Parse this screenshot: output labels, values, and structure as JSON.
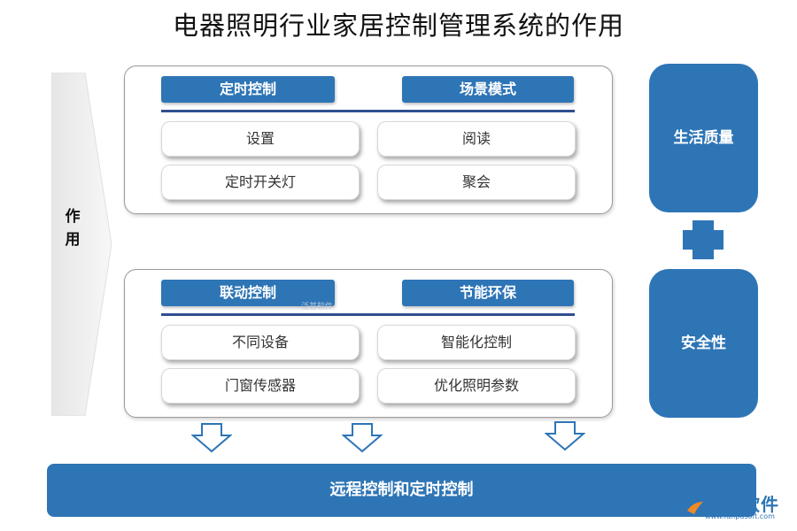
{
  "title": "电器照明行业家居控制管理系统的作用",
  "side_label": "作\n用",
  "top_panel": {
    "headers": [
      "定时控制",
      "场景模式"
    ],
    "items": [
      "设置",
      "阅读",
      "定时开关灯",
      "聚会"
    ]
  },
  "bottom_panel": {
    "headers": [
      "联动控制",
      "节能环保"
    ],
    "items": [
      "不同设备",
      "智能化控制",
      "门窗传感器",
      "优化照明参数"
    ]
  },
  "right_boxes": [
    "生活质量",
    "安全性"
  ],
  "bottom_bar": "远程控制和定时控制",
  "logo": {
    "name": "泛普软件",
    "url": "www.fanpusoft.com"
  },
  "watermark": "泛普软件",
  "colors": {
    "primary": "#2e75b6",
    "rule": "#2f4f8f"
  }
}
